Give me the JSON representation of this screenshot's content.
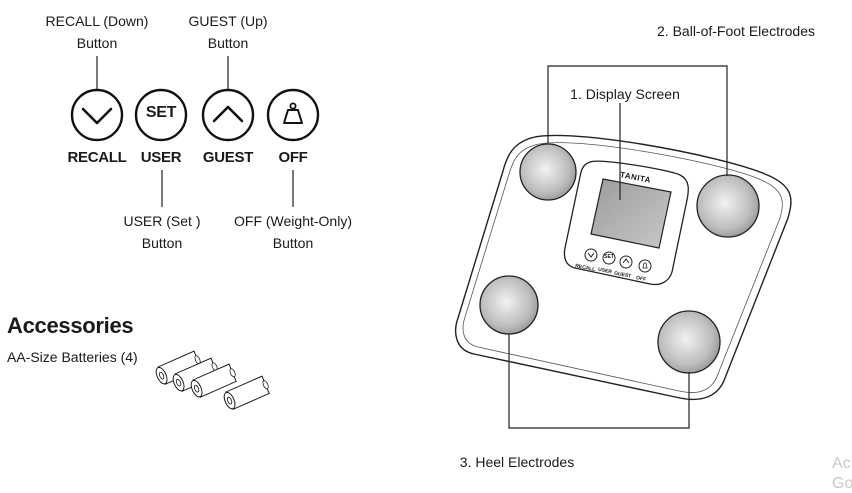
{
  "controls": {
    "callouts": {
      "recall_line1": "RECALL (Down)",
      "recall_line2": "Button",
      "guest_line1": "GUEST (Up)",
      "guest_line2": "Button",
      "user_line1": "USER (Set )",
      "user_line2": "Button",
      "off_line1": "OFF (Weight-Only)",
      "off_line2": "Button"
    },
    "buttons": [
      {
        "name": "recall",
        "icon": "chevron-down-icon",
        "caption": "RECALL"
      },
      {
        "name": "user",
        "icon_text": "SET",
        "caption": "USER"
      },
      {
        "name": "guest",
        "icon": "chevron-up-icon",
        "caption": "GUEST"
      },
      {
        "name": "off",
        "icon": "weight-icon",
        "caption": "OFF"
      }
    ]
  },
  "accessories": {
    "heading": "Accessories",
    "batteries_label": "AA-Size Batteries (4)"
  },
  "scale": {
    "brand": "TANITA",
    "mini_buttons": [
      "RECALL",
      "USER",
      "GUEST",
      "OFF"
    ],
    "mini_set": "SET",
    "callouts": {
      "display": "1. Display Screen",
      "ball_of_foot": "2. Ball-of-Foot Electrodes",
      "heel": "3. Heel Electrodes"
    }
  },
  "watermark": {
    "line1": "Ac",
    "line2": "Go"
  }
}
